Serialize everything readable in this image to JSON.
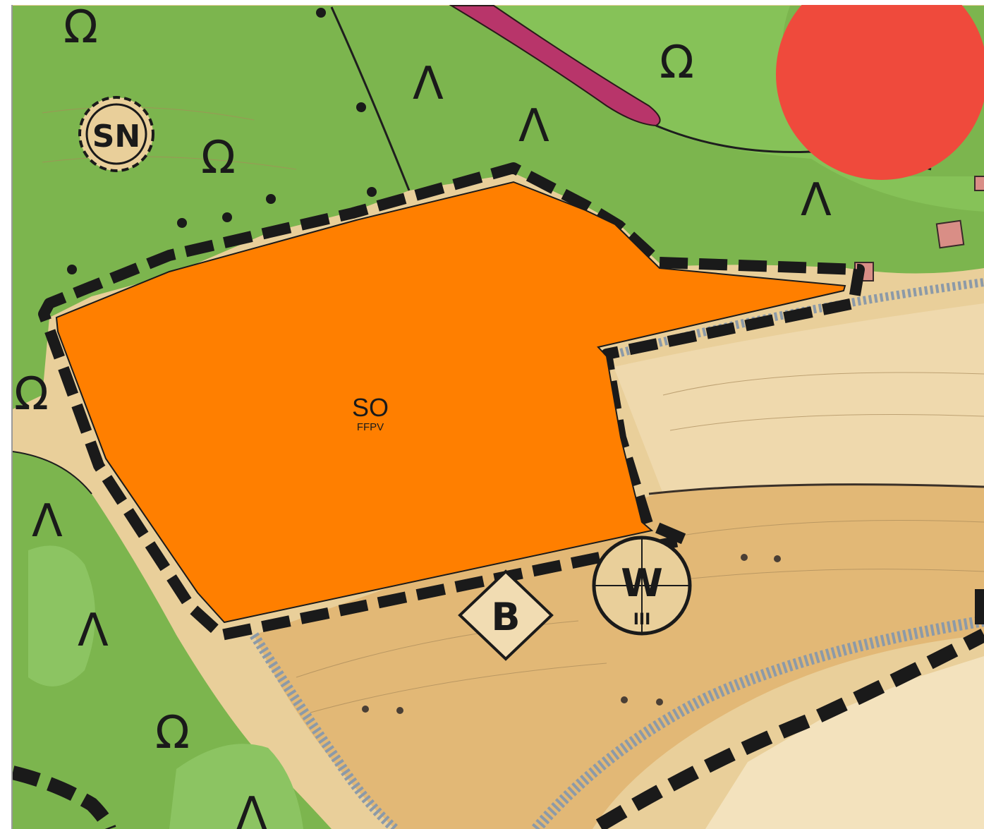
{
  "map": {
    "zone": {
      "code": "SO",
      "use": "FFPV",
      "fill_color": "#ff7f00",
      "boundary_style": "dashed-black"
    },
    "symbols": {
      "sn": "SN",
      "w": "W",
      "w_sub": "III",
      "b": "B",
      "grass_mark": "Λ",
      "omega_mark": "Ω"
    },
    "colors": {
      "meadow_green": "#7cb54e",
      "field_tan": "#e6c48a",
      "field_light": "#f1dcb2",
      "red_circle": "#ef4a3c",
      "road_magenta": "#b8356a",
      "gravel_grey": "#8c9aa8",
      "frame_border": "#9a9a9a"
    }
  }
}
